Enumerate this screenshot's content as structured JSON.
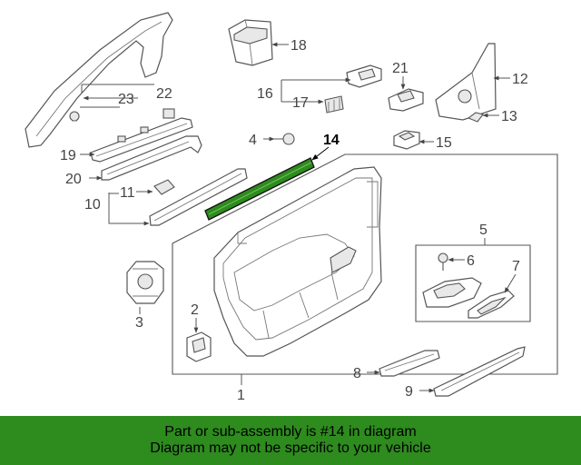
{
  "callouts": {
    "c1": "1",
    "c2": "2",
    "c3": "3",
    "c4": "4",
    "c5": "5",
    "c6": "6",
    "c7": "7",
    "c8": "8",
    "c9": "9",
    "c10": "10",
    "c11": "11",
    "c12": "12",
    "c13": "13",
    "c14": "14",
    "c15": "15",
    "c16": "16",
    "c17": "17",
    "c18": "18",
    "c19": "19",
    "c20": "20",
    "c21": "21",
    "c22": "22",
    "c23": "23"
  },
  "highlight_color": "#2e8b1e",
  "footer": {
    "line1": "Part or sub-assembly is #14 in diagram",
    "line2": "Diagram may not be specific to your vehicle"
  }
}
